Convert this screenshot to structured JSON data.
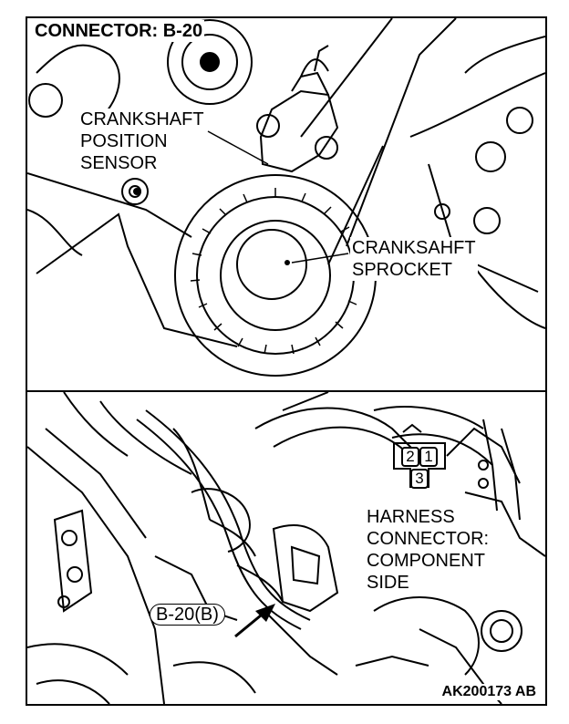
{
  "title": "CONNECTOR: B-20",
  "labels": {
    "crankshaft_position_sensor": "CRANKSHAFT\nPOSITION\nSENSOR",
    "crankshaft_sprocket": "CRANKSAHFT\nSPROCKET",
    "harness_connector": "HARNESS\nCONNECTOR:\nCOMPONENT\nSIDE",
    "connector_callout": "B-20(B)",
    "figure_code": "AK200173 AB"
  },
  "connector_pins": [
    "2",
    "1",
    "3"
  ]
}
